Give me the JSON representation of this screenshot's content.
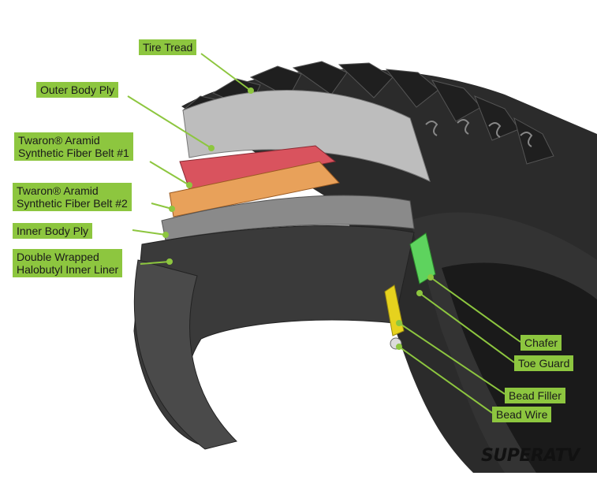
{
  "labels": {
    "tire_tread": "Tire Tread",
    "outer_body_ply": "Outer Body Ply",
    "belt1_line1": "Twaron® Aramid",
    "belt1_line2": "Synthetic Fiber Belt #1",
    "belt2_line1": "Twaron® Aramid",
    "belt2_line2": "Synthetic Fiber Belt #2",
    "inner_body_ply": "Inner Body Ply",
    "liner_line1": "Double Wrapped",
    "liner_line2": "Halobutyl Inner Liner",
    "chafer": "Chafer",
    "toe_guard": "Toe Guard",
    "bead_filler": "Bead Filler",
    "bead_wire": "Bead Wire"
  },
  "brand": {
    "logo_text": "SUPERATV"
  },
  "colors": {
    "callout": "#8dc63f",
    "leader": "#8dc63f",
    "tire_dark": "#2b2b2b",
    "belt1": "#d9535e",
    "belt2": "#e8a15a",
    "chafer": "#5ed35e",
    "bead": "#e6d21e"
  }
}
